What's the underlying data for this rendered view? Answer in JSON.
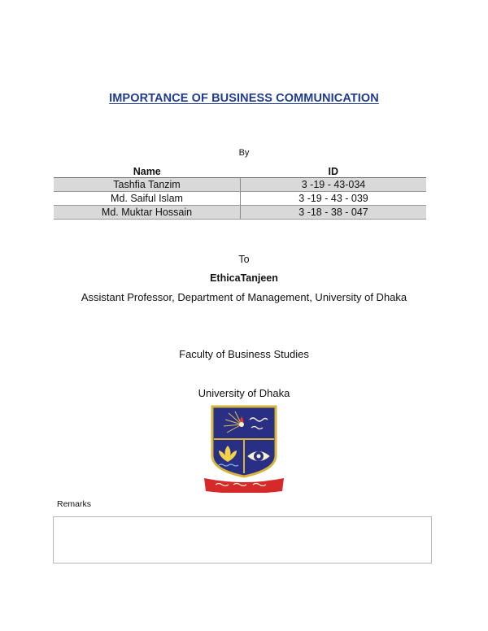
{
  "title": "IMPORTANCE OF BUSINESS COMMUNICATION",
  "by_label": "By",
  "members_table": {
    "headers": [
      "Name",
      "ID"
    ],
    "rows": [
      [
        "Tashfia Tanzim",
        "3 -19 - 43-034"
      ],
      [
        "Md. Saiful Islam",
        "3 -19 - 43 - 039"
      ],
      [
        "Md. Muktar Hossain",
        "3 -18 - 38 - 047"
      ]
    ]
  },
  "to_label": "To",
  "recipient": {
    "name": "EthicaTanjeen",
    "designation": "Assistant Professor, Department of Management, University of Dhaka"
  },
  "faculty": "Faculty of Business Studies",
  "university": "University of Dhaka",
  "logo": {
    "icon": "university-of-dhaka-crest",
    "colors": {
      "shield": "#2a2f86",
      "border": "#d7b43a",
      "ribbon": "#d62a2a"
    }
  },
  "remarks_label": "Remarks"
}
